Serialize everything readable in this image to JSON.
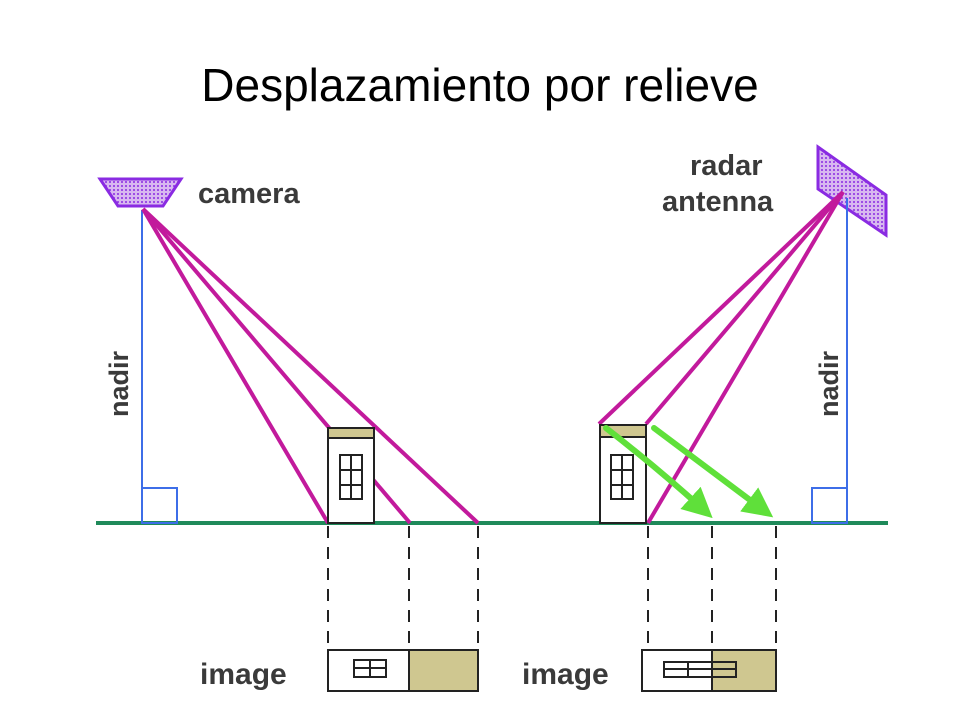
{
  "title": "Desplazamiento por relieve",
  "labels": {
    "camera": "camera",
    "radar_line1": "radar",
    "radar_line2": "antenna",
    "nadir_left": "nadir",
    "nadir_right": "nadir",
    "image_left": "image",
    "image_right": "image"
  },
  "colors": {
    "ray": "#c21a9c",
    "nadir": "#3d6ee8",
    "ground": "#1f8a5a",
    "shift_arrow": "#5fe03a",
    "roof": "#cfc790",
    "sensor_fill": "#c79be8",
    "sensor_stroke": "#8a2be2"
  }
}
